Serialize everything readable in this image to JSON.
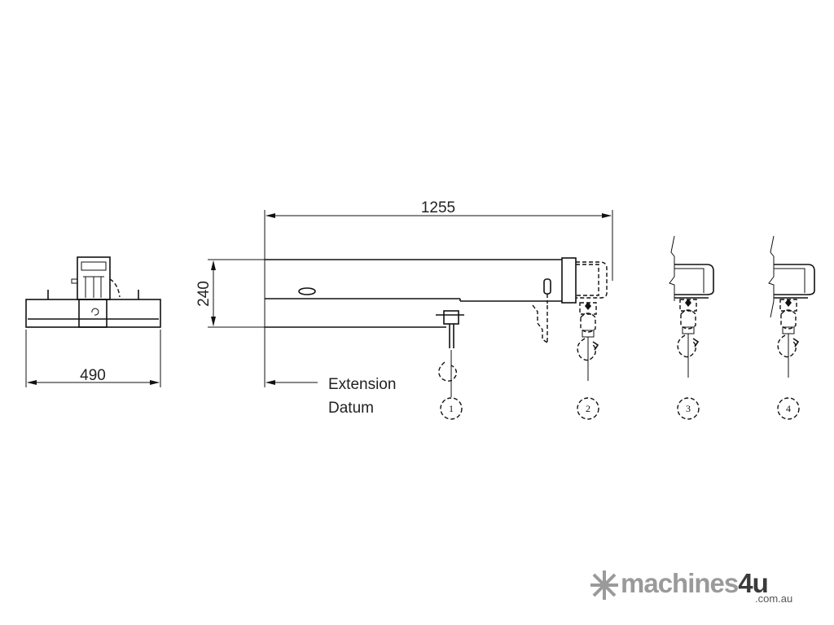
{
  "dimensions": {
    "overall_length": "1255",
    "height": "240",
    "width": "490"
  },
  "labels": {
    "datum_line1": "Extension",
    "datum_line2": "Datum"
  },
  "hook_positions": [
    "1",
    "2",
    "3",
    "4"
  ],
  "logo": {
    "name_part1": "machines",
    "name_part2": "4u",
    "domain": ".com.au"
  },
  "colors": {
    "line": "#111111",
    "logo_grey": "#9a9a9a",
    "logo_dark": "#3a3a3a"
  }
}
